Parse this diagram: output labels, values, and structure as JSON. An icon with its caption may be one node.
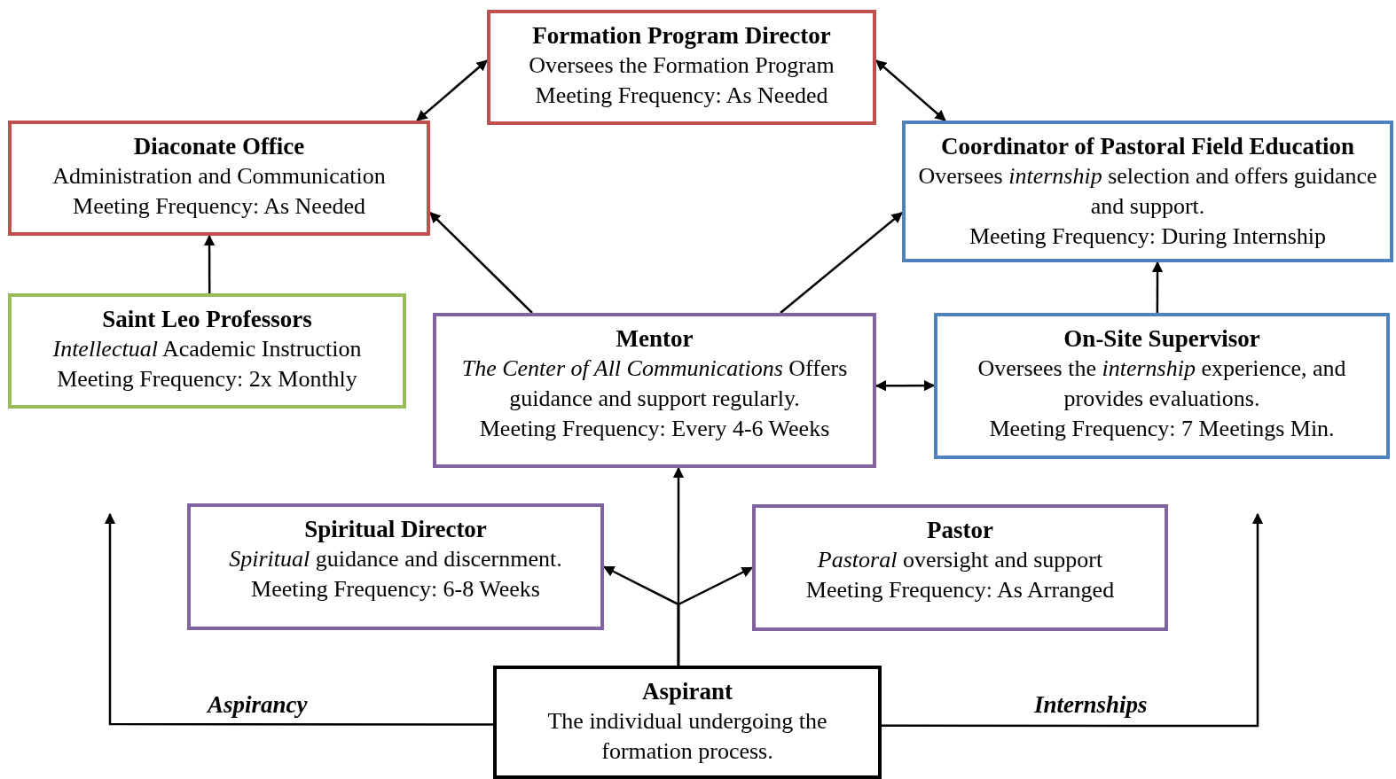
{
  "diagram": {
    "nodes": [
      {
        "text": [
          "Formation Program Director",
          "Oversees the Formation Program",
          "Meeting Frequency: As Needed"
        ]
      },
      {
        "text": [
          "Diaconate Office",
          "Administration and Communication",
          "Meeting Frequency: As Needed"
        ]
      },
      {
        "text": [
          "Coordinator of Pastoral Field Education",
          "Oversees *internship* selection and offers guidance and support.",
          "Meeting Frequency: During Internship"
        ]
      },
      {
        "text": [
          "Saint Leo Professors",
          "*Intellectual* Academic Instruction",
          "Meeting Frequency: 2x Monthly"
        ]
      },
      {
        "text": [
          "Mentor",
          "*The Center of All Communications* Offers guidance and support regularly.",
          "Meeting Frequency: Every 4-6 Weeks"
        ]
      },
      {
        "text": [
          "On-Site Supervisor",
          "Oversees the *internship* experience, and provides evaluations.",
          "Meeting Frequency: 7 Meetings Min."
        ]
      },
      {
        "text": [
          "Spiritual Director",
          "*Spiritual* guidance and discernment.",
          "Meeting Frequency: 6-8 Weeks"
        ]
      },
      {
        "text": [
          "Pastor",
          "*Pastoral* oversight and support",
          "Meeting Frequency: As Arranged"
        ]
      },
      {
        "text": [
          "Aspirant",
          "The individual undergoing the formation process."
        ]
      }
    ],
    "edges": [
      {
        "from": 1,
        "to": 0,
        "arrow": "both"
      },
      {
        "from": 0,
        "to": 2,
        "arrow": "both"
      },
      {
        "from": 3,
        "to": 1,
        "arrow": "to"
      },
      {
        "from": 4,
        "to": 1,
        "arrow": "to"
      },
      {
        "from": 4,
        "to": 2,
        "arrow": "to"
      },
      {
        "from": 5,
        "to": 2,
        "arrow": "to"
      },
      {
        "from": 4,
        "to": 5,
        "arrow": "both"
      },
      {
        "from": 8,
        "to": 4,
        "arrow": "to"
      },
      {
        "from": 8,
        "to": 6,
        "arrow": "to"
      },
      {
        "from": 8,
        "to": 7,
        "arrow": "to"
      },
      {
        "from": 8,
        "to": null,
        "arrow": "to",
        "label": "Aspirancy"
      },
      {
        "from": 8,
        "to": null,
        "arrow": "to",
        "label": "Internships"
      }
    ]
  }
}
